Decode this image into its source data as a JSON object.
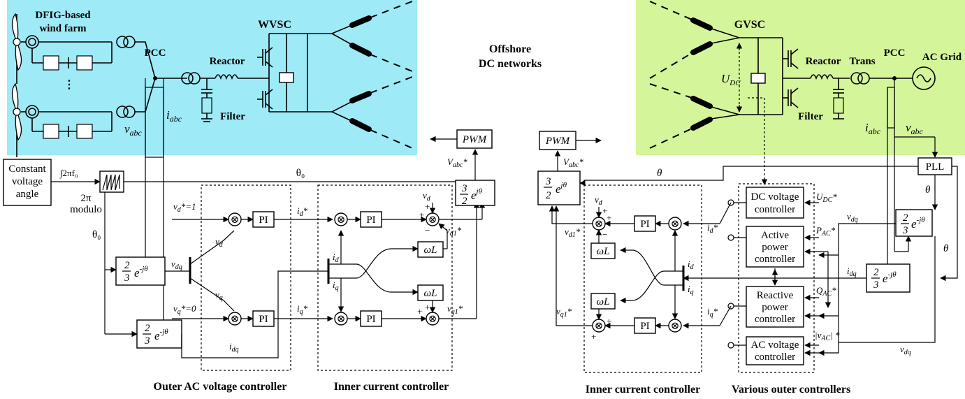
{
  "colors": {
    "wind_side_bg": "#9eeaf7",
    "grid_side_bg": "#d4f59a",
    "line": "#000000"
  },
  "wind_side": {
    "wind_farm_label_1": "DFIG-based",
    "wind_farm_label_2": "wind farm",
    "pcc": "PCC",
    "converter": "WVSC",
    "reactor": "Reactor",
    "filter": "Filter",
    "dots": "⋮",
    "vabc": "v",
    "vabc_sub": "abc",
    "iabc": "i",
    "iabc_sub": "abc"
  },
  "center": {
    "title_1": "Offshore",
    "title_2": "DC networks"
  },
  "grid_side": {
    "converter": "GVSC",
    "reactor": "Reactor",
    "trans": "Trans",
    "pcc": "PCC",
    "grid": "AC Grid",
    "filter": "Filter",
    "udc": "U",
    "udc_sub": "DC",
    "iabc": "i",
    "iabc_sub": "abc",
    "vabc": "v",
    "vabc_sub": "abc"
  },
  "left_control": {
    "const_1": "Constant",
    "const_2": "voltage",
    "const_3": "angle",
    "integ": "∫2πf₀",
    "modulo_1": "2π",
    "modulo_2": "modulo",
    "theta0_a": "θ₀",
    "theta0_b": "θ₀",
    "pwm": "PWM",
    "vabc_ref": "V",
    "vabc_ref_sub": "abc",
    "vabc_ref_star": "*",
    "vd_ref": "v",
    "vd_ref_sub": "d",
    "vd_ref_val": "*=1",
    "vq_ref": "v",
    "vq_ref_sub": "q",
    "vq_ref_val": "*=0",
    "vdq": "v",
    "vdq_sub": "dq",
    "idq": "i",
    "idq_sub": "dq",
    "vd": "v",
    "vd_sub": "d",
    "vq": "v",
    "vq_sub": "q",
    "id_ref": "i",
    "id_ref_sub": "d",
    "iq_ref": "i",
    "iq_ref_sub": "q",
    "star": "*",
    "id": "i",
    "id_sub": "d",
    "iq": "i",
    "iq_sub": "q",
    "vd2": "v",
    "vd2_sub": "d",
    "vd1": "v",
    "vd1_sub": "d1",
    "vq1": "v",
    "vq1_sub": "q1",
    "pi": "PI",
    "omega_l": "ωL",
    "outer_label": "Outer AC  voltage controller",
    "inner_label": "Inner current controller"
  },
  "right_control": {
    "pwm": "PWM",
    "vabc_ref": "V",
    "vabc_ref_sub": "abc",
    "star": "*",
    "theta": "θ",
    "pll": "PLL",
    "vd": "v",
    "vd_sub": "d",
    "vd1": "v",
    "vd1_sub": "d1",
    "vq1": "v",
    "vq1_sub": "q1",
    "id_ref": "i",
    "id_ref_sub": "d",
    "iq_ref": "i",
    "iq_ref_sub": "q",
    "id": "i",
    "id_sub": "d",
    "iq": "i",
    "iq_sub": "q",
    "vdq": "v",
    "vdq_sub": "dq",
    "idq": "i",
    "idq_sub": "dq",
    "pi": "PI",
    "omega_l": "ωL",
    "dcv_1": "DC voltage",
    "dcv_2": "controller",
    "ap_1": "Active",
    "ap_2": "power",
    "ap_3": "controller",
    "rp_1": "Reactive",
    "rp_2": "power",
    "rp_3": "controller",
    "acv_1": "AC voltage",
    "acv_2": "controller",
    "udc_ref": "U",
    "udc_ref_sub": "DC",
    "pac_ref": "P",
    "pac_ref_sub": "AC",
    "qac_ref": "Q",
    "qac_ref_sub": "AC",
    "vac_ref": "|v",
    "vac_ref_sub": "AC",
    "vac_ref_tail": "| *",
    "inner_label": "Inner current controller",
    "outer_label": "Various outer controllers"
  }
}
